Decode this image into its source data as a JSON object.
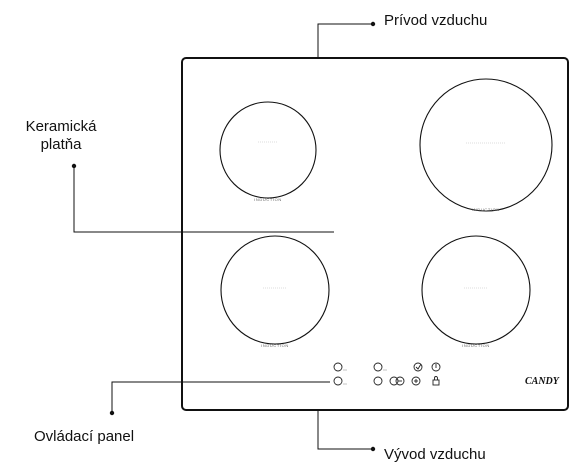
{
  "labels": {
    "air_intake": "Prívod vzduchu",
    "ceramic_plate_line1": "Keramická",
    "ceramic_plate_line2": "platňa",
    "control_panel": "Ovládací panel",
    "air_outlet": "Vývod vzduchu"
  },
  "hob": {
    "zone_text": "INDUCTION",
    "brand": "CANDY"
  },
  "icons": [
    "power-icon",
    "lock-icon",
    "timer-icon",
    "plus-icon",
    "minus-icon"
  ]
}
